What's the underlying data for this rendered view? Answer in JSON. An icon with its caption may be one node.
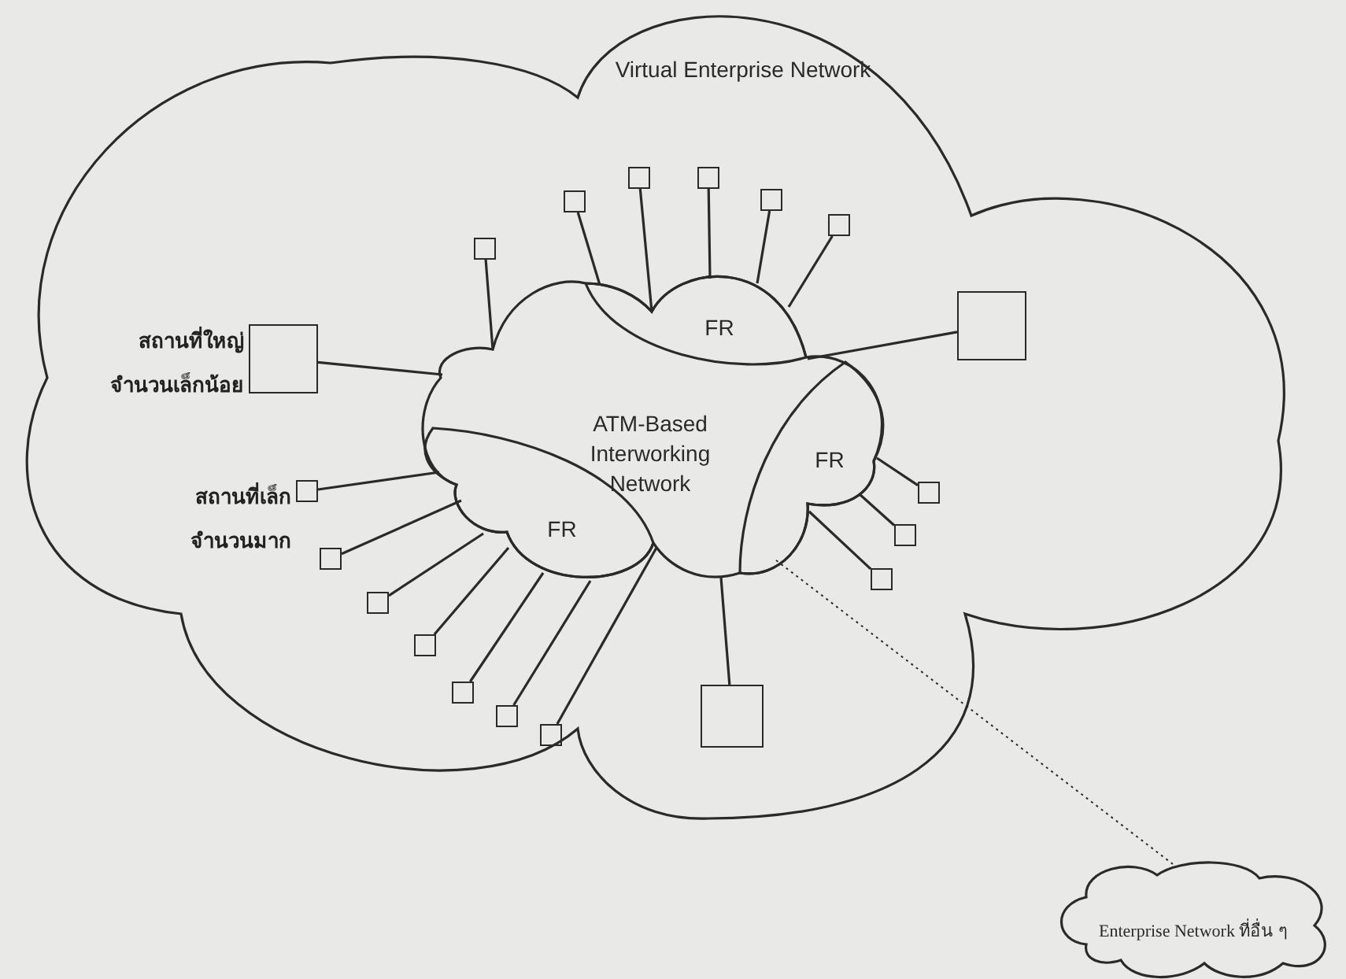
{
  "diagram": {
    "nodes": [
      {
        "text": [
          "Virtual Enterprise Network"
        ]
      },
      {
        "text": [
          "ATM-Based Interworking Network"
        ],
        "in": 0
      },
      {
        "text": [
          "FR"
        ],
        "in": 1
      },
      {
        "text": [
          "FR"
        ],
        "in": 1
      },
      {
        "text": [
          "FR"
        ],
        "in": 1
      },
      {
        "text": [],
        "shape": "box",
        "in": 0
      },
      {
        "text": [],
        "shape": "box",
        "in": 0
      },
      {
        "text": [],
        "shape": "box",
        "in": 0
      },
      {
        "text": [],
        "shape": "box",
        "in": 0
      },
      {
        "text": [],
        "shape": "box",
        "in": 0
      },
      {
        "text": [],
        "shape": "box",
        "in": 0
      },
      {
        "text": [],
        "shape": "box",
        "in": 0
      },
      {
        "text": [],
        "shape": "box",
        "in": 0,
        "beside": [
          "สถานที่ใหญ่ จำนวนเล็กน้อย"
        ]
      },
      {
        "text": [],
        "shape": "box",
        "in": 0,
        "beside": [
          "สถานที่เล็ก จำนวนมาก"
        ]
      },
      {
        "text": [],
        "shape": "box",
        "in": 0
      },
      {
        "text": [],
        "shape": "box",
        "in": 0
      },
      {
        "text": [],
        "shape": "box",
        "in": 0
      },
      {
        "text": [],
        "shape": "box",
        "in": 0
      },
      {
        "text": [],
        "shape": "box",
        "in": 0
      },
      {
        "text": [],
        "shape": "box",
        "in": 0
      },
      {
        "text": [],
        "shape": "box",
        "in": 0
      },
      {
        "text": [],
        "shape": "box",
        "in": 0
      },
      {
        "text": [],
        "shape": "box",
        "in": 0
      },
      {
        "text": [],
        "shape": "box",
        "in": 0
      },
      {
        "text": [
          "Enterprise Network ที่อื่น ๆ"
        ]
      }
    ],
    "edges": [
      {
        "from": 5,
        "to": 2,
        "arrow": "none"
      },
      {
        "from": 6,
        "to": 2,
        "arrow": "none"
      },
      {
        "from": 7,
        "to": 2,
        "arrow": "none"
      },
      {
        "from": 8,
        "to": 2,
        "arrow": "none"
      },
      {
        "from": 9,
        "to": 2,
        "arrow": "none"
      },
      {
        "from": 10,
        "to": 1,
        "arrow": "none"
      },
      {
        "from": 11,
        "to": 1,
        "arrow": "none"
      },
      {
        "from": 12,
        "to": 1,
        "arrow": "none"
      },
      {
        "from": 13,
        "to": 4,
        "arrow": "none"
      },
      {
        "from": 14,
        "to": 3,
        "arrow": "none"
      },
      {
        "from": 15,
        "to": 3,
        "arrow": "none"
      },
      {
        "from": 16,
        "to": 4,
        "arrow": "none"
      },
      {
        "from": 17,
        "to": 3,
        "arrow": "none"
      },
      {
        "from": 18,
        "to": 4,
        "arrow": "none"
      },
      {
        "from": 19,
        "to": 4,
        "arrow": "none"
      },
      {
        "from": 20,
        "to": 4,
        "arrow": "none"
      },
      {
        "from": 21,
        "to": 4,
        "arrow": "none"
      },
      {
        "from": 22,
        "to": 1,
        "arrow": "none"
      },
      {
        "from": 23,
        "to": 1,
        "arrow": "none"
      },
      {
        "from": 3,
        "to": 24,
        "arrow": "none",
        "style": "dashed"
      }
    ]
  }
}
